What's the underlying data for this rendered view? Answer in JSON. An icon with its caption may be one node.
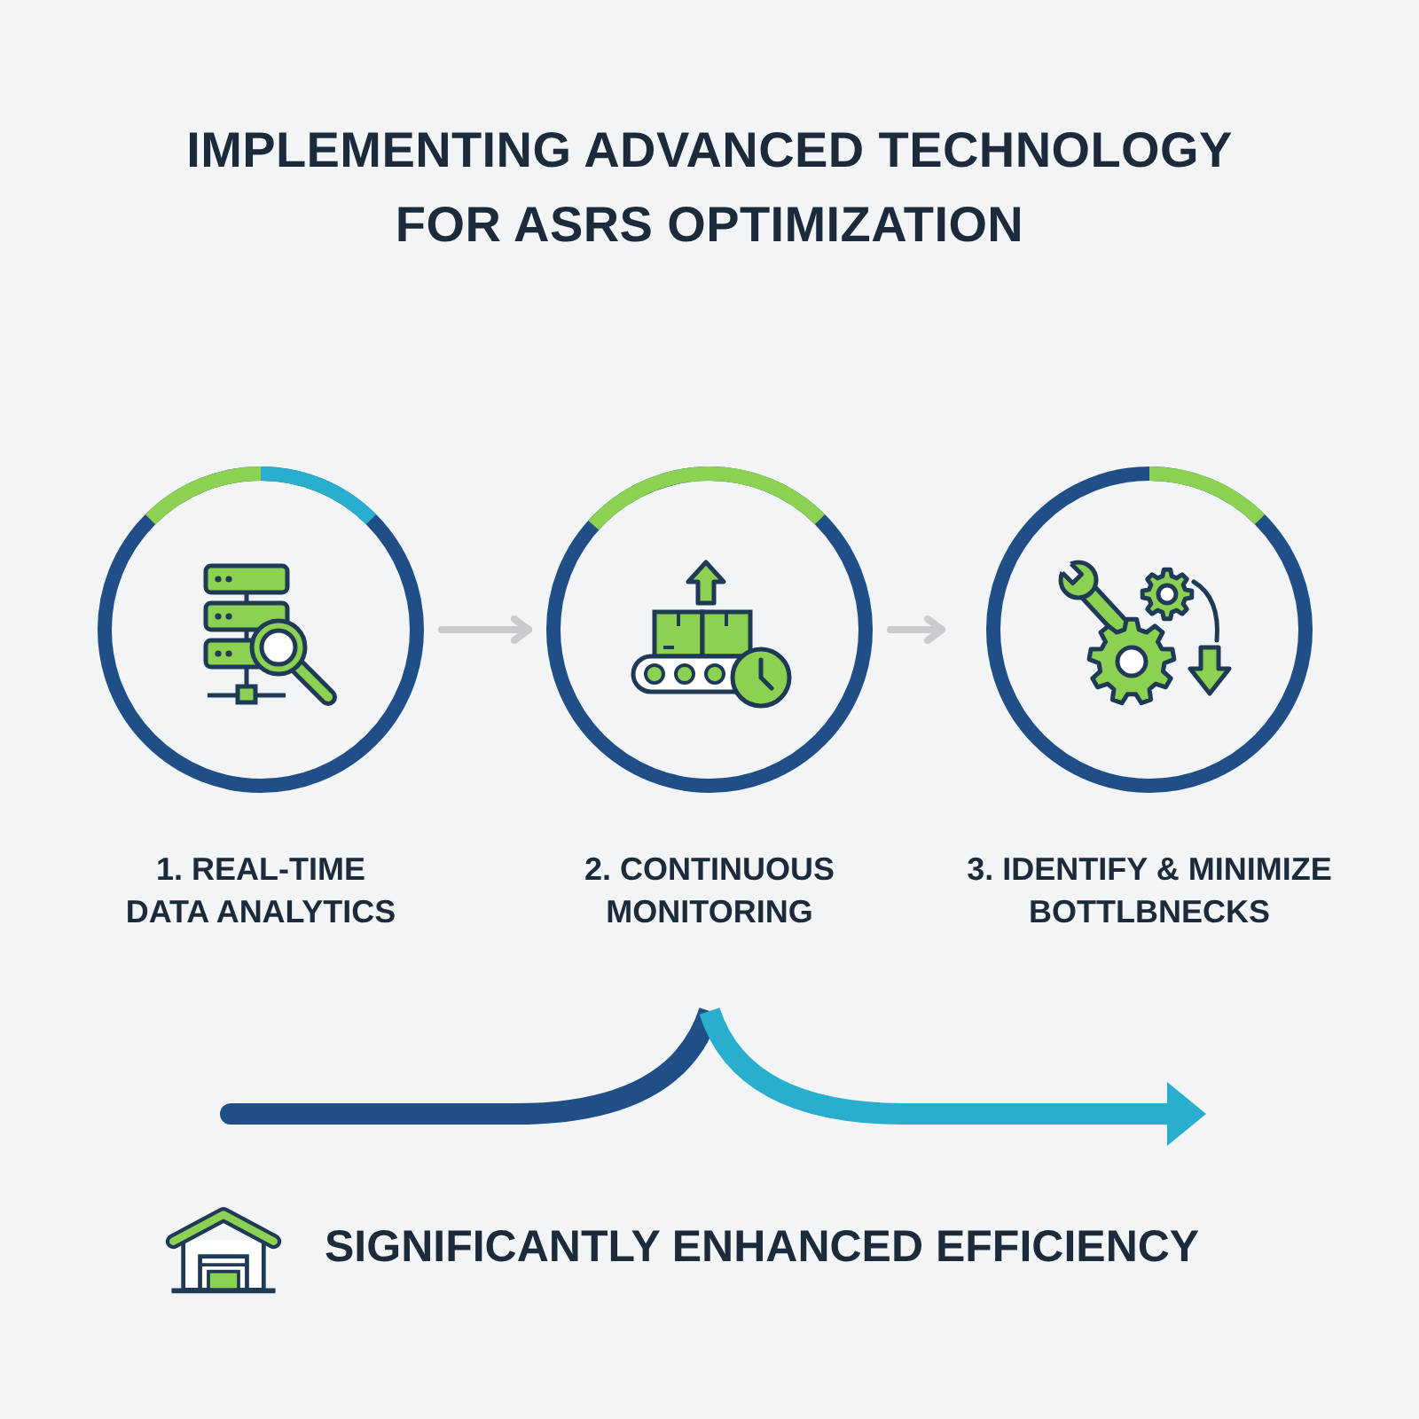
{
  "diagram": {
    "title": "IMPLEMENTING ADVANCED TECHNOLOGY FOR ASRS OPTIMIZATION",
    "nodes": [
      {
        "text": [
          "1. REAL-TIME DATA ANALYTICS"
        ]
      },
      {
        "text": [
          "2. CONTINUOUS MONITORING"
        ]
      },
      {
        "text": [
          "3. IDENTIFY & MINIMIZE BOTTLBNECKS"
        ]
      }
    ],
    "edges": [
      {
        "from": 0,
        "to": 1,
        "arrow": "to"
      },
      {
        "from": 1,
        "to": 2,
        "arrow": "to"
      }
    ],
    "labels": [
      "SIGNIFICANTLY ENHANCED EFFICIENCY"
    ]
  }
}
